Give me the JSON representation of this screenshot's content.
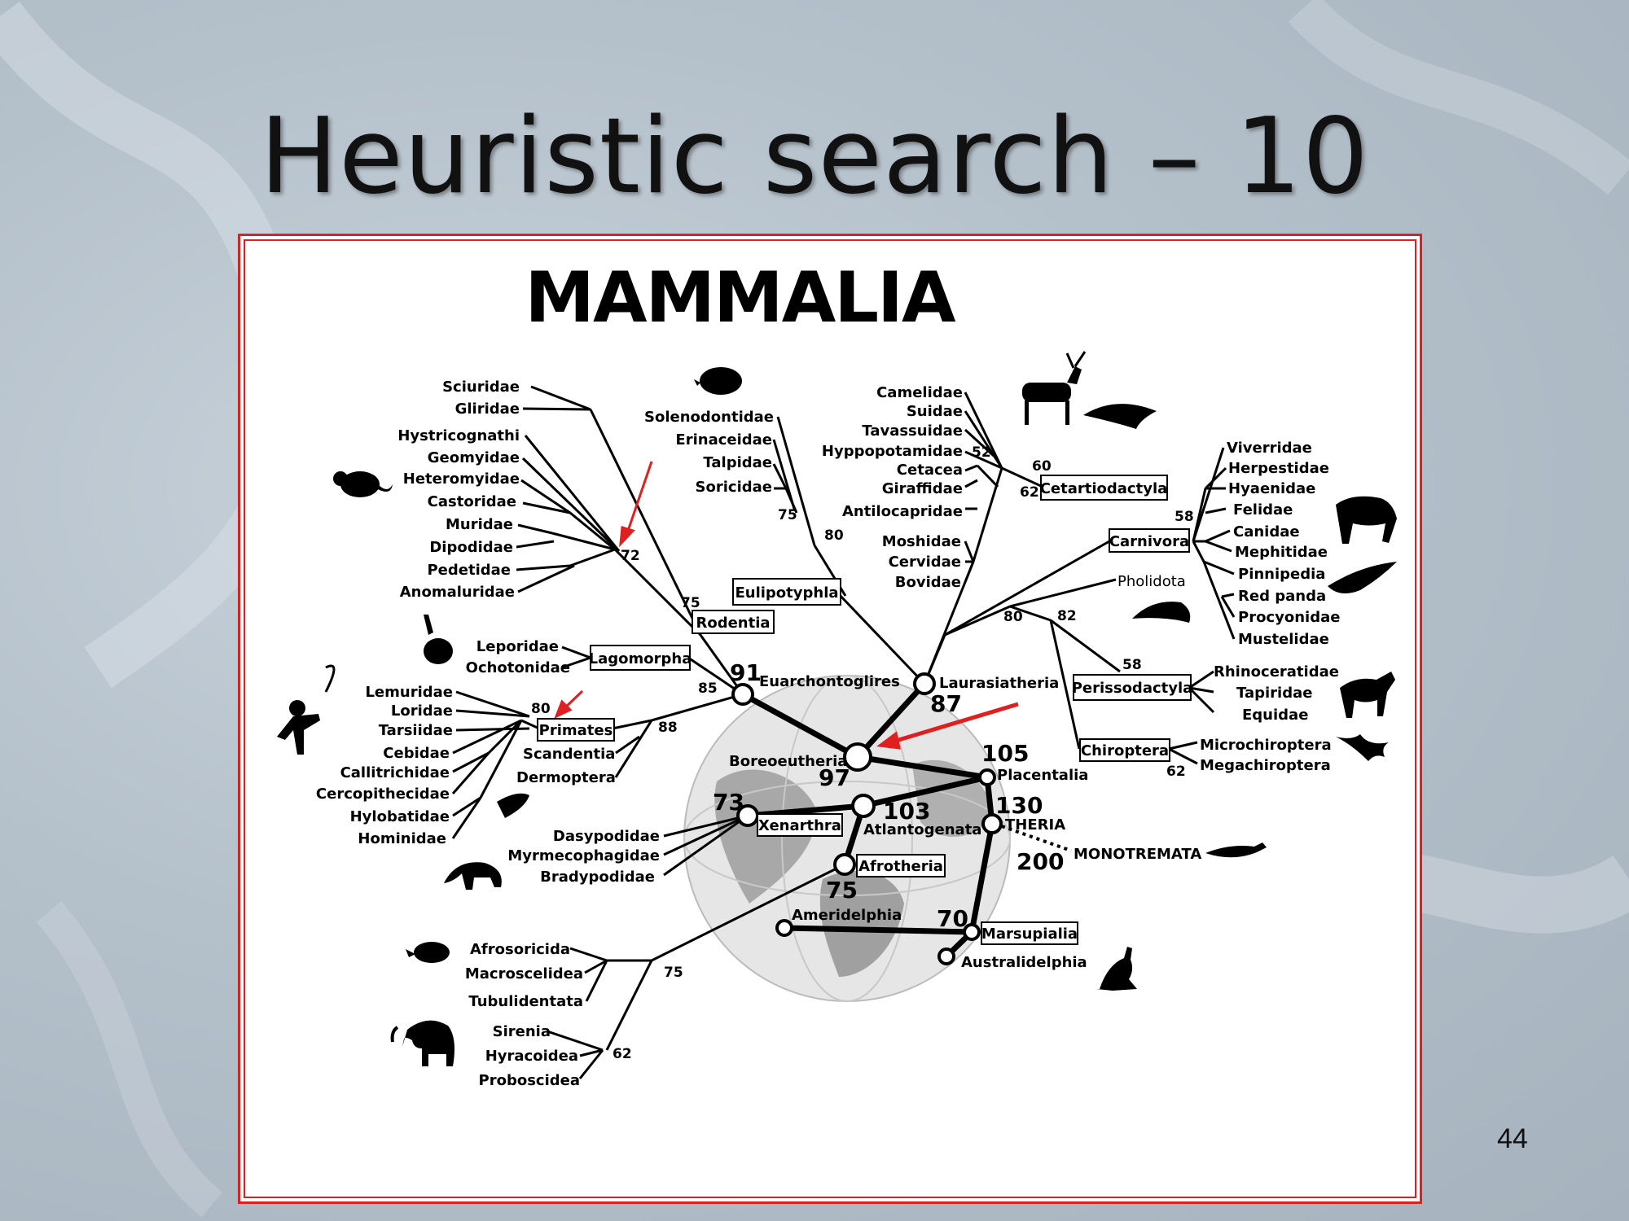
{
  "slide": {
    "title": "Heuristic search – 10",
    "page_number": "44"
  },
  "figure": {
    "title": "MAMMALIA"
  },
  "colors": {
    "accent_red": "#e02020",
    "frame": "#e02020"
  },
  "rodentia": {
    "taxa": [
      "Sciuridae",
      "Gliridae",
      "Hystricognathi",
      "Geomyidae",
      "Heteromyidae",
      "Castoridae",
      "Muridae",
      "Dipodidae",
      "Pedetidae",
      "Anomaluridae"
    ],
    "clade": "Rodentia",
    "support_a": "72",
    "support_b": "75"
  },
  "eulipotyphla": {
    "taxa": [
      "Solenodontidae",
      "Erinaceidae",
      "Talpidae",
      "Soricidae"
    ],
    "clade": "Eulipotyphla",
    "support_a": "75",
    "support_b": "80"
  },
  "cetartiodactyla": {
    "taxa": [
      "Camelidae",
      "Suidae",
      "Tavassuidae",
      "Hyppopotamidae",
      "Cetacea",
      "Giraffidae",
      "Antilocapridae",
      "Moshidae",
      "Cervidae",
      "Bovidae"
    ],
    "clade": "Cetartiodactyla",
    "support_a": "60",
    "support_b": "62",
    "support_c": "52"
  },
  "carnivora": {
    "taxa": [
      "Viverridae",
      "Herpestidae",
      "Hyaenidae",
      "Felidae",
      "Canidae",
      "Mephitidae",
      "Pinnipedia",
      "Red panda",
      "Procyonidae",
      "Mustelidae"
    ],
    "clade": "Carnivora",
    "support": "58",
    "sister": "Pholidota"
  },
  "perissodactyla": {
    "taxa": [
      "Rhinoceratidae",
      "Tapiridae",
      "Equidae"
    ],
    "clade": "Perissodactyla",
    "support": "58"
  },
  "chiroptera": {
    "taxa": [
      "Microchiroptera",
      "Megachiroptera"
    ],
    "clade": "Chiroptera",
    "support": "62"
  },
  "laurasia_support": {
    "a": "80",
    "b": "82"
  },
  "lagomorpha": {
    "taxa": [
      "Leporidae",
      "Ochotonidae"
    ],
    "clade": "Lagomorpha"
  },
  "primates": {
    "taxa": [
      "Lemuridae",
      "Loridae",
      "Tarsiidae",
      "Cebidae",
      "Callitrichidae",
      "Cercopithecidae",
      "Hylobatidae",
      "Hominidae"
    ],
    "clade": "Primates",
    "support": "80"
  },
  "euarchonta": {
    "taxa": [
      "Scandentia",
      "Dermoptera"
    ],
    "support_a": "88",
    "support_b": "85"
  },
  "xenarthra": {
    "taxa": [
      "Dasypodidae",
      "Myrmecophagidae",
      "Bradypodidae"
    ],
    "clade": "Xenarthra"
  },
  "afrotheria": {
    "taxa": [
      "Afrosoricida",
      "Macroscelidea",
      "Tubulidentata",
      "Sirenia",
      "Hyracoidea",
      "Proboscidea"
    ],
    "clade": "Afrotheria",
    "support_a": "75",
    "support_b": "62"
  },
  "nodes": {
    "euarchontoglires": "Euarchontoglires",
    "euarchontoglires_age": "91",
    "laurasiatheria": "Laurasiatheria",
    "laurasiatheria_age": "87",
    "boreoeutheria": "Boreoeutheria",
    "boreoeutheria_age": "97",
    "placentalia": "Placentalia",
    "placentalia_age": "105",
    "atlantogenata": "Atlantogenata",
    "atlantogenata_age": "103",
    "xenarthra_age": "73",
    "afrotheria_age": "75",
    "theria": "THERIA",
    "theria_age": "130",
    "monotremata": "MONOTREMATA",
    "monotremata_age": "200",
    "ameridelphia": "Ameridelphia",
    "marsupialia": "Marsupialia",
    "marsupialia_age": "70",
    "australidelphia": "Australidelphia"
  },
  "icons": [
    "squirrel-silhouette",
    "hedgehog-silhouette",
    "deer-silhouette",
    "dolphin-silhouette",
    "cat-silhouette",
    "seal-silhouette",
    "pangolin-silhouette",
    "rabbit-silhouette",
    "monkey-silhouette",
    "horse-silhouette",
    "bat-silhouette",
    "colugo-silhouette",
    "anteater-silhouette",
    "platypus-silhouette",
    "tenrec-silhouette",
    "elephant-silhouette",
    "kangaroo-silhouette",
    "globe"
  ]
}
